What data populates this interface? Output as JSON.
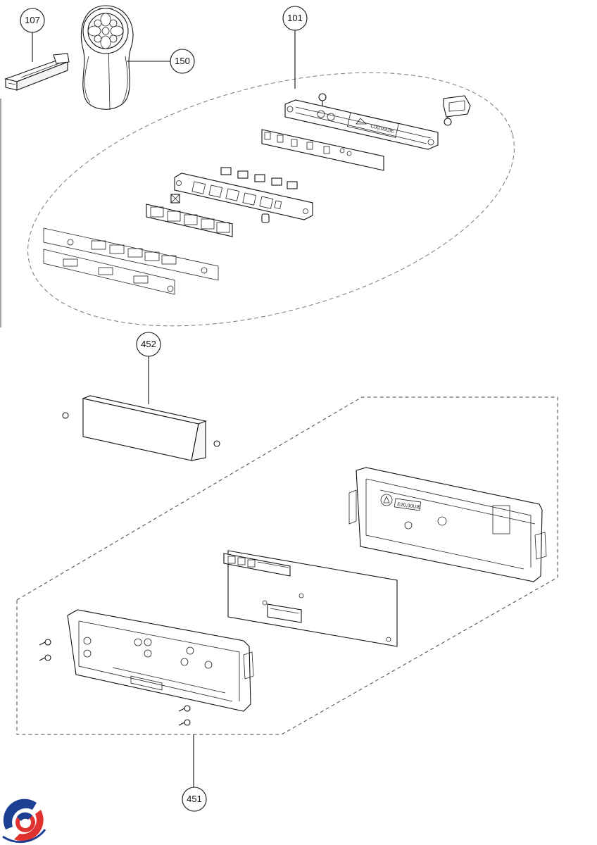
{
  "diagram": {
    "callouts": [
      {
        "id": "107",
        "label": "107"
      },
      {
        "id": "150",
        "label": "150"
      },
      {
        "id": "101",
        "label": "101"
      },
      {
        "id": "452",
        "label": "452"
      },
      {
        "id": "451",
        "label": "451"
      }
    ],
    "part_labels": {
      "display_front_label": "C00,00UIE",
      "display_rear_label": "E20,00UIE"
    },
    "colors": {
      "line": "#111111",
      "logo_red": "#e0322f",
      "logo_blue": "#1c3f94"
    },
    "icons": [
      "company-logo-icon",
      "screw-icon",
      "remote-control-icon"
    ]
  }
}
